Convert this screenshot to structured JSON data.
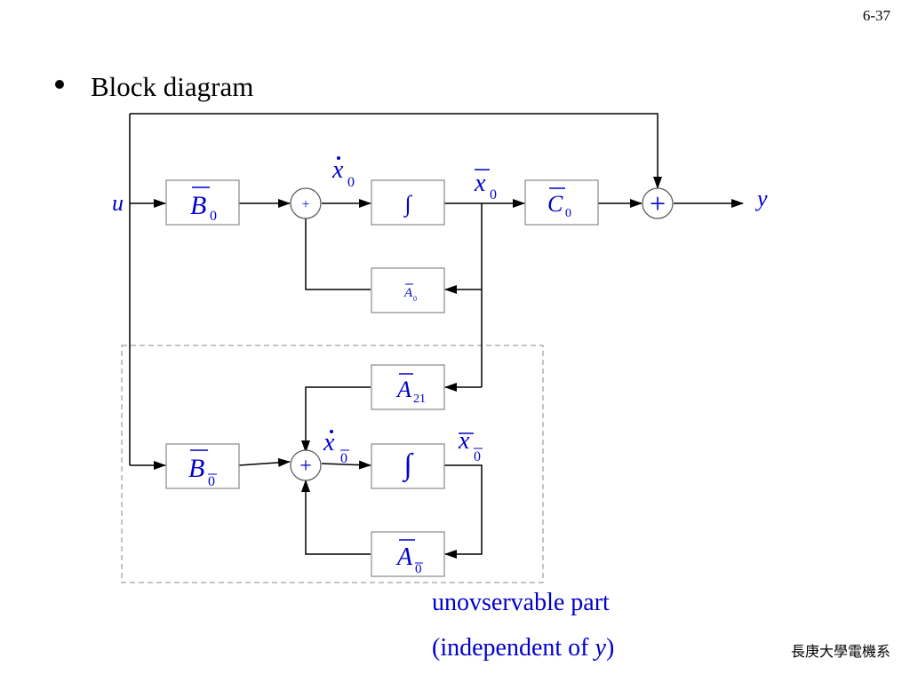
{
  "slide_number": "6-37",
  "heading": "Block diagram",
  "signals": {
    "input": "u",
    "output": "y",
    "obs_state_dot": "x",
    "obs_state": "x",
    "unobs_state_dot": "x",
    "unobs_state": "x",
    "obs_subscript": "0",
    "unobs_subscript": "0"
  },
  "blocks": {
    "B_obs": {
      "main": "B",
      "sub": "0"
    },
    "integrator_obs": "∫",
    "C_obs": {
      "main": "C",
      "sub": "0"
    },
    "A_obs": {
      "main": "A",
      "sub": "0"
    },
    "A21": {
      "main": "A",
      "sub": "21"
    },
    "B_unobs": {
      "main": "B",
      "sub": "0"
    },
    "integrator_unobs": "∫",
    "A_unobs": {
      "main": "A",
      "sub": "0"
    }
  },
  "summers": {
    "upper": "+",
    "lower": "+",
    "output": "+"
  },
  "caption": {
    "line1": "unovservable part",
    "line2_prefix": "(independent of ",
    "line2_var": "y",
    "line2_suffix": ")"
  },
  "footer": "長庚大學電機系",
  "colors": {
    "text_blue": "#0000cc",
    "line": "#000000",
    "block_border": "#888888",
    "dashed_region": "#888888"
  }
}
